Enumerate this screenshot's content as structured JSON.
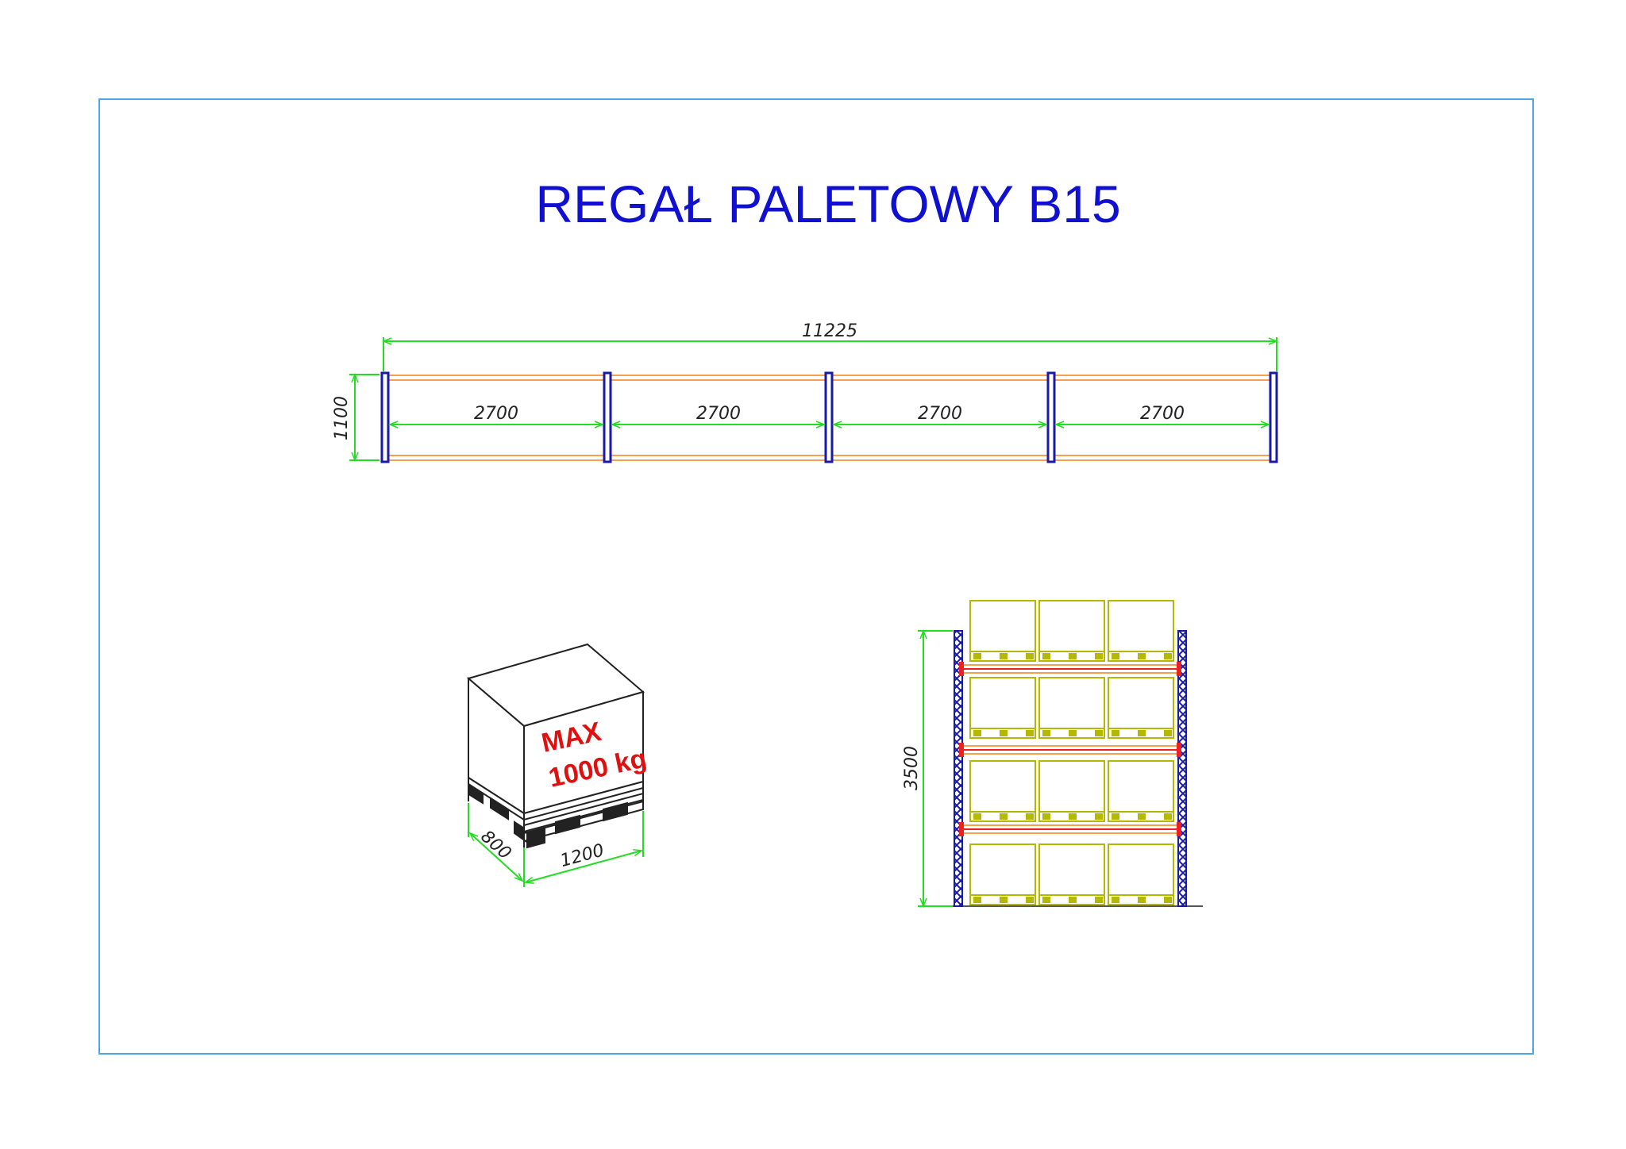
{
  "title": "REGAŁ PALETOWY B15",
  "colors": {
    "frame": "#4fa3e8",
    "title": "#1010d0",
    "dimension": "#22dd22",
    "upright": "#1a1aa8",
    "beam": "#f5a050",
    "beam_red": "#ee2020",
    "pallet_load": "#b5b800",
    "max_text": "#e01010"
  },
  "top_view": {
    "total_length": "11225",
    "depth": "1100",
    "bays": [
      "2700",
      "2700",
      "2700",
      "2700"
    ]
  },
  "pallet": {
    "max_label_1": "MAX",
    "max_label_2": "1000 kg",
    "width": "800",
    "length": "1200"
  },
  "front_view": {
    "height": "3500",
    "levels": 4,
    "pallets_per_level": 3
  }
}
